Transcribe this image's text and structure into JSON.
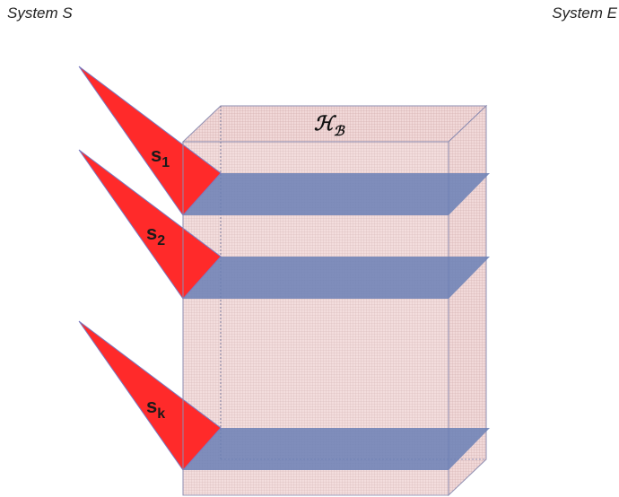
{
  "header": {
    "left_label": "System S",
    "right_label": "System E"
  },
  "box": {
    "label_main": "ℋ",
    "label_sub": "ℬ",
    "fill_color": "#efd3d3",
    "edge_color": "#8a8ab0"
  },
  "subsystems": [
    {
      "main": "s",
      "sub": "1"
    },
    {
      "main": "s",
      "sub": "2"
    },
    {
      "main": "s",
      "sub": "k"
    }
  ],
  "colors": {
    "wedge": "#ff2a2a",
    "band": "#6a7fb5"
  }
}
